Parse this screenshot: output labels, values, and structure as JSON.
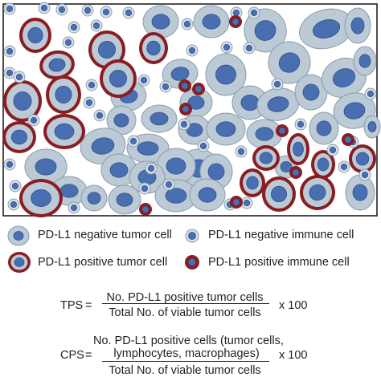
{
  "colors": {
    "tumor_fill": "#bccad6",
    "tumor_edge": "#8b9aab",
    "nucleus": "#4a6fb0",
    "nucleus_edge": "#2f4e8c",
    "positive_ring": "#8a1d22",
    "immune_fill": "#d6e0ea"
  },
  "legend": {
    "neg_tumor": "PD-L1 negative tumor cell",
    "neg_immune": "PD-L1 negative immune cell",
    "pos_tumor": "PD-L1 positive tumor cell",
    "pos_immune": "PD-L1 positive immune cell"
  },
  "tps": {
    "label": "TPS",
    "eq": "=",
    "numerator": "No. PD-L1 positive tumor cells",
    "denominator": "Total No. of viable tumor cells",
    "multiplier": "x 100"
  },
  "cps": {
    "label": "CPS",
    "eq": "=",
    "numerator_line1": "No. PD-L1 positive cells (tumor cells,",
    "numerator_line2": "lymphocytes, macrophages)",
    "denominator": "Total No. of viable tumor cells",
    "multiplier": "x 100"
  }
}
